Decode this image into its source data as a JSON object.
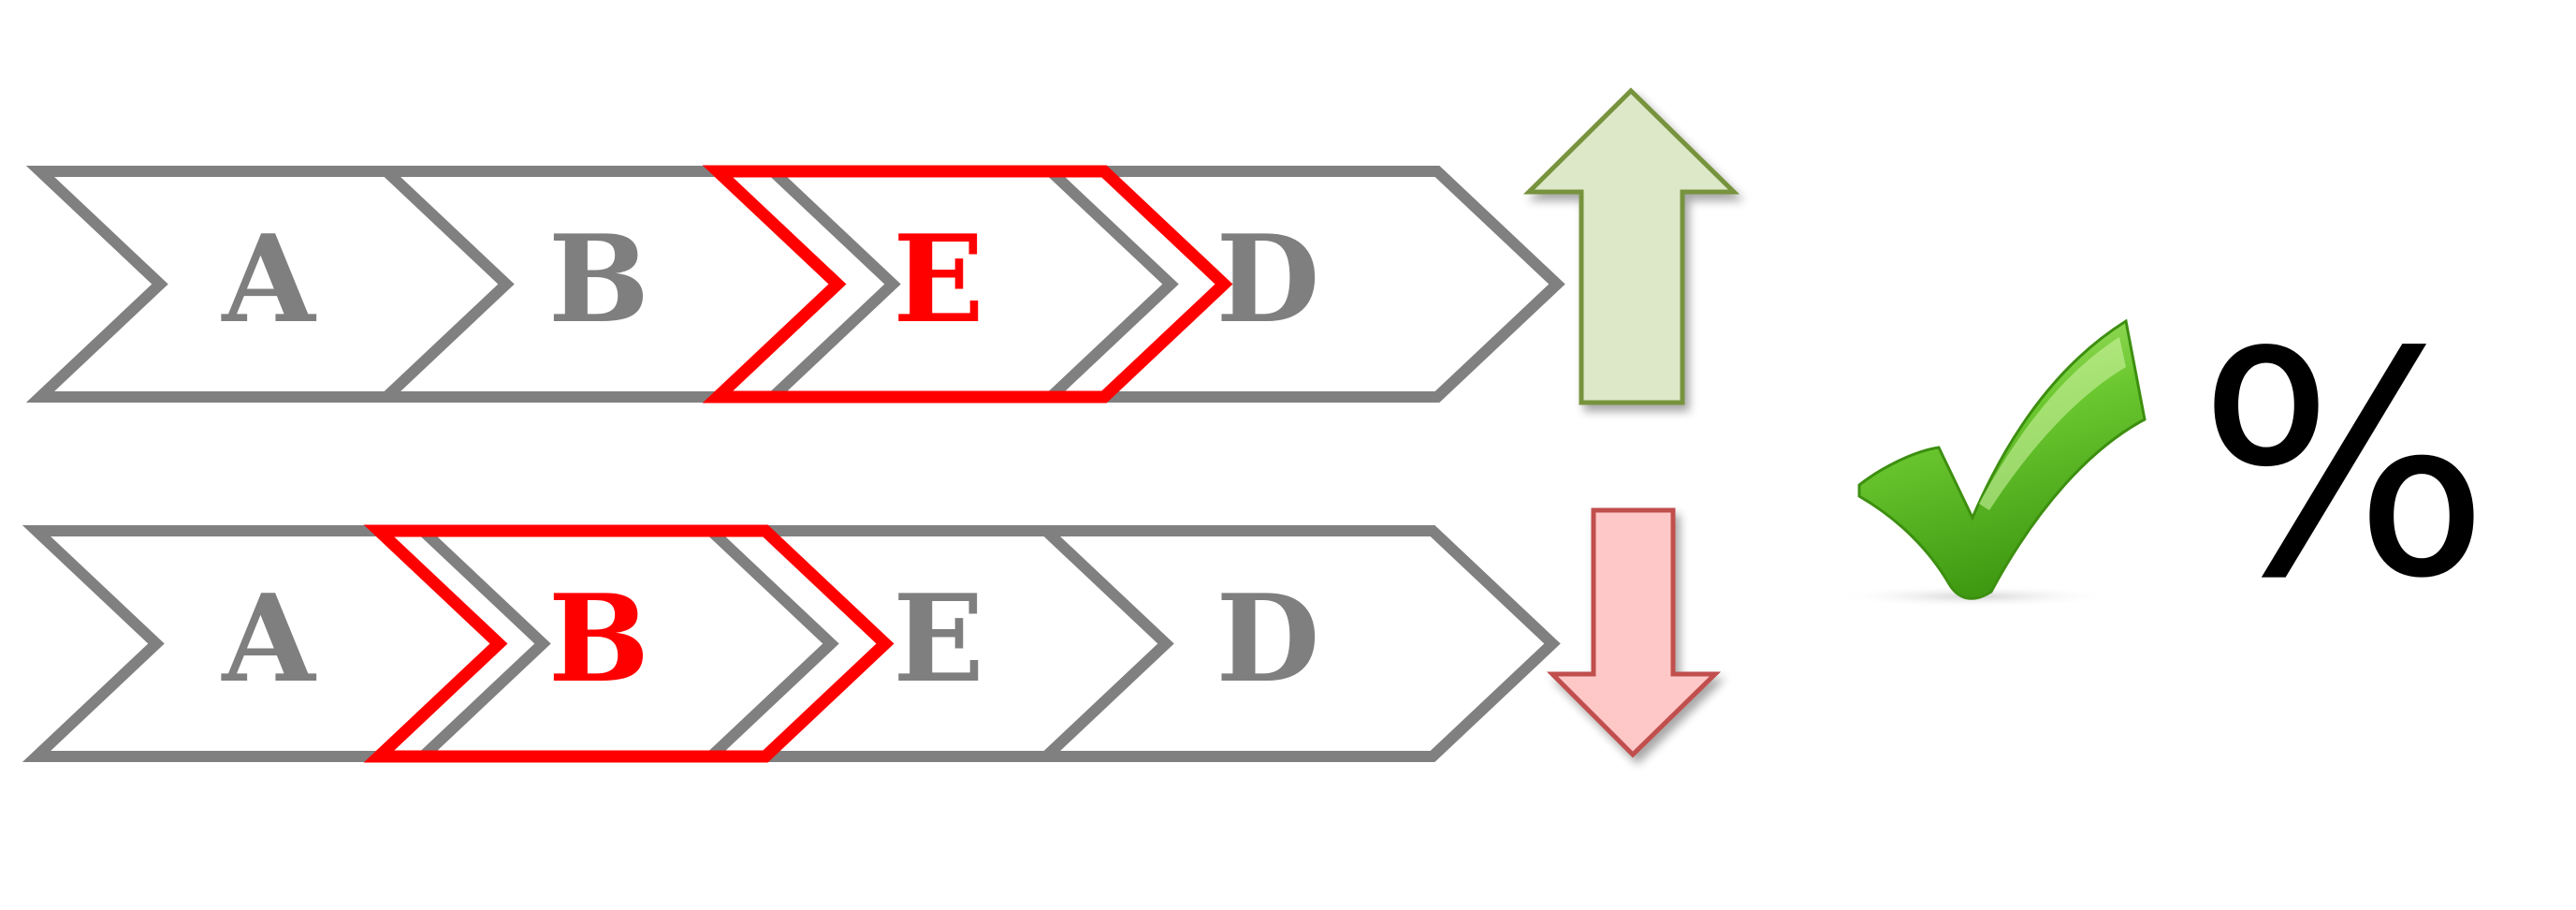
{
  "rows": [
    {
      "trend": "up",
      "steps": [
        {
          "label": "A",
          "highlighted": false
        },
        {
          "label": "B",
          "highlighted": false
        },
        {
          "label": "E",
          "highlighted": true
        },
        {
          "label": "D",
          "highlighted": false
        }
      ]
    },
    {
      "trend": "down",
      "steps": [
        {
          "label": "A",
          "highlighted": false
        },
        {
          "label": "B",
          "highlighted": true
        },
        {
          "label": "E",
          "highlighted": false
        },
        {
          "label": "D",
          "highlighted": false
        }
      ]
    }
  ],
  "percent_symbol": "%",
  "icons": {
    "up": "up-arrow-icon",
    "down": "down-arrow-icon",
    "check": "checkmark-icon"
  },
  "colors": {
    "outline": "#808080",
    "highlight": "#ff0000",
    "label": "#7f7f7f",
    "label_highlight": "#ff0000",
    "up_fill": "#dce8c8",
    "up_stroke": "#77933c",
    "down_fill": "#ffc8c8",
    "down_stroke": "#c0504d",
    "check_green": "#5cb82a"
  }
}
